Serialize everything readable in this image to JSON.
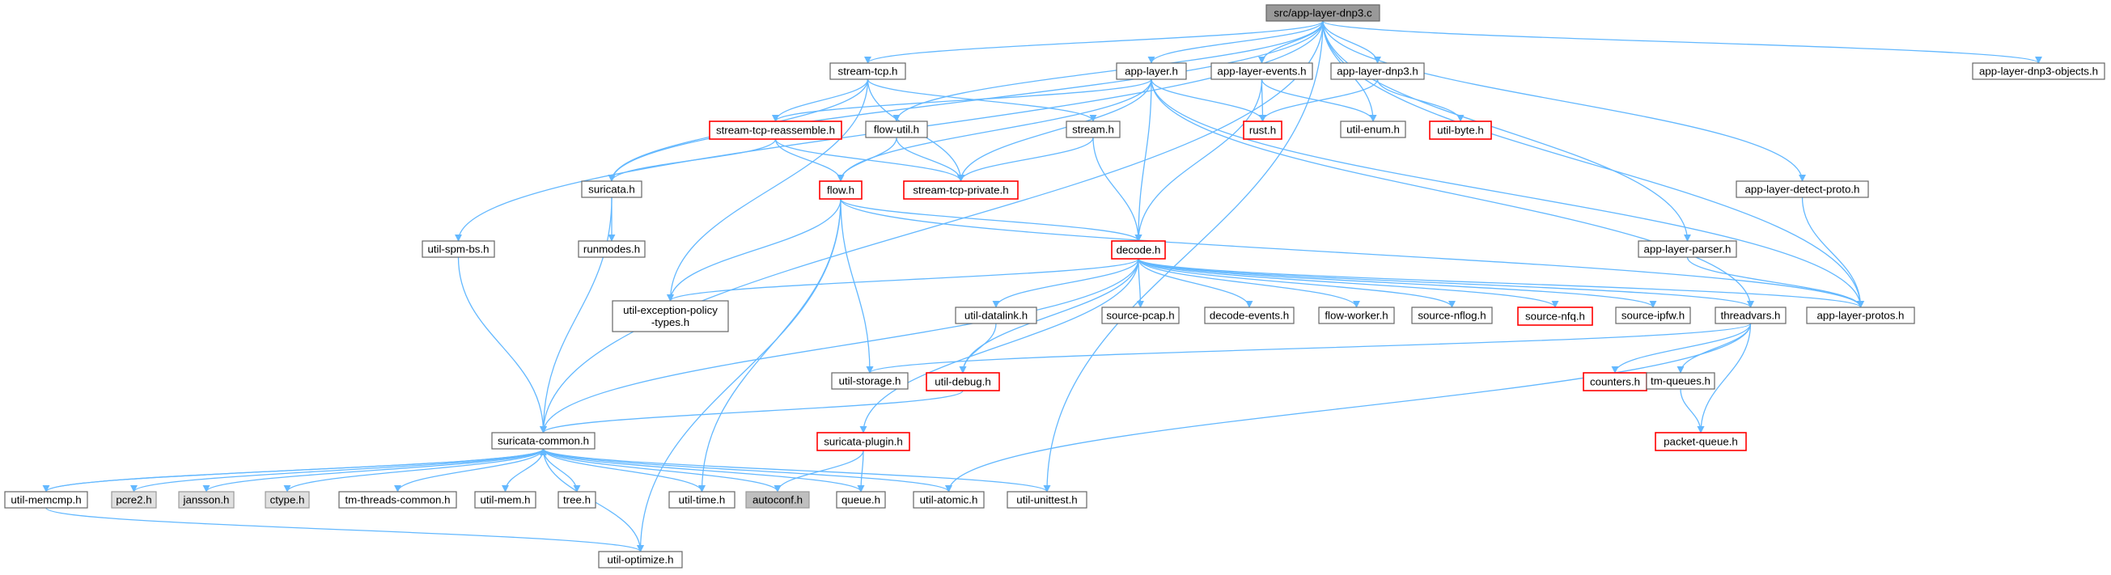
{
  "nodes": [
    {
      "id": "root",
      "label": "src/app-layer-dnp3.c",
      "style": "root"
    },
    {
      "id": "stream_tcp_h",
      "label": "stream-tcp.h",
      "style": "normal"
    },
    {
      "id": "app_layer_h",
      "label": "app-layer.h",
      "style": "normal"
    },
    {
      "id": "app_layer_events_h",
      "label": "app-layer-events.h",
      "style": "normal"
    },
    {
      "id": "app_layer_dnp3_h",
      "label": "app-layer-dnp3.h",
      "style": "normal"
    },
    {
      "id": "app_layer_dnp3_objects_h",
      "label": "app-layer-dnp3-objects.h",
      "style": "normal"
    },
    {
      "id": "stream_tcp_reassemble_h",
      "label": "stream-tcp-reassemble.h",
      "style": "red"
    },
    {
      "id": "flow_util_h",
      "label": "flow-util.h",
      "style": "normal"
    },
    {
      "id": "stream_h",
      "label": "stream.h",
      "style": "normal"
    },
    {
      "id": "rust_h",
      "label": "rust.h",
      "style": "red"
    },
    {
      "id": "util_enum_h",
      "label": "util-enum.h",
      "style": "normal"
    },
    {
      "id": "util_byte_h",
      "label": "util-byte.h",
      "style": "red"
    },
    {
      "id": "suricata_h",
      "label": "suricata.h",
      "style": "normal"
    },
    {
      "id": "flow_h",
      "label": "flow.h",
      "style": "red"
    },
    {
      "id": "stream_tcp_private_h",
      "label": "stream-tcp-private.h",
      "style": "red"
    },
    {
      "id": "app_layer_detect_proto_h",
      "label": "app-layer-detect-proto.h",
      "style": "normal"
    },
    {
      "id": "util_spm_bs_h",
      "label": "util-spm-bs.h",
      "style": "normal"
    },
    {
      "id": "runmodes_h",
      "label": "runmodes.h",
      "style": "normal"
    },
    {
      "id": "decode_h",
      "label": "decode.h",
      "style": "red"
    },
    {
      "id": "app_layer_parser_h",
      "label": "app-layer-parser.h",
      "style": "normal"
    },
    {
      "id": "util_exception_policy_types_h",
      "label": "util-exception-policy\n-types.h",
      "style": "normal"
    },
    {
      "id": "util_datalink_h",
      "label": "util-datalink.h",
      "style": "normal"
    },
    {
      "id": "source_pcap_h",
      "label": "source-pcap.h",
      "style": "normal"
    },
    {
      "id": "decode_events_h",
      "label": "decode-events.h",
      "style": "normal"
    },
    {
      "id": "flow_worker_h",
      "label": "flow-worker.h",
      "style": "normal"
    },
    {
      "id": "source_nflog_h",
      "label": "source-nflog.h",
      "style": "normal"
    },
    {
      "id": "source_nfq_h",
      "label": "source-nfq.h",
      "style": "red"
    },
    {
      "id": "source_ipfw_h",
      "label": "source-ipfw.h",
      "style": "normal"
    },
    {
      "id": "threadvars_h",
      "label": "threadvars.h",
      "style": "normal"
    },
    {
      "id": "app_layer_protos_h",
      "label": "app-layer-protos.h",
      "style": "normal"
    },
    {
      "id": "util_storage_h",
      "label": "util-storage.h",
      "style": "normal"
    },
    {
      "id": "util_debug_h",
      "label": "util-debug.h",
      "style": "red"
    },
    {
      "id": "counters_h",
      "label": "counters.h",
      "style": "red"
    },
    {
      "id": "tm_queues_h",
      "label": "tm-queues.h",
      "style": "normal"
    },
    {
      "id": "suricata_common_h",
      "label": "suricata-common.h",
      "style": "normal"
    },
    {
      "id": "suricata_plugin_h",
      "label": "suricata-plugin.h",
      "style": "red"
    },
    {
      "id": "packet_queue_h",
      "label": "packet-queue.h",
      "style": "red"
    },
    {
      "id": "util_memcmp_h",
      "label": "util-memcmp.h",
      "style": "normal"
    },
    {
      "id": "pcre2_h",
      "label": "pcre2.h",
      "style": "gray"
    },
    {
      "id": "jansson_h",
      "label": "jansson.h",
      "style": "gray"
    },
    {
      "id": "ctype_h",
      "label": "ctype.h",
      "style": "gray"
    },
    {
      "id": "tm_threads_common_h",
      "label": "tm-threads-common.h",
      "style": "normal"
    },
    {
      "id": "util_mem_h",
      "label": "util-mem.h",
      "style": "normal"
    },
    {
      "id": "tree_h",
      "label": "tree.h",
      "style": "normal"
    },
    {
      "id": "util_time_h",
      "label": "util-time.h",
      "style": "normal"
    },
    {
      "id": "autoconf_h",
      "label": "autoconf.h",
      "style": "dgray"
    },
    {
      "id": "queue_h",
      "label": "queue.h",
      "style": "normal"
    },
    {
      "id": "util_atomic_h",
      "label": "util-atomic.h",
      "style": "normal"
    },
    {
      "id": "util_unittest_h",
      "label": "util-unittest.h",
      "style": "normal"
    },
    {
      "id": "util_optimize_h",
      "label": "util-optimize.h",
      "style": "normal"
    }
  ],
  "edges": [
    [
      "root",
      "stream_tcp_h"
    ],
    [
      "root",
      "app_layer_h"
    ],
    [
      "root",
      "app_layer_events_h"
    ],
    [
      "root",
      "app_layer_dnp3_h"
    ],
    [
      "root",
      "app_layer_dnp3_objects_h"
    ],
    [
      "root",
      "util_spm_bs_h"
    ],
    [
      "root",
      "suricata_common_h"
    ],
    [
      "root",
      "suricata_h"
    ],
    [
      "root",
      "flow_util_h"
    ],
    [
      "root",
      "util_enum_h"
    ],
    [
      "root",
      "app_layer_protos_h"
    ],
    [
      "root",
      "app_layer_detect_proto_h"
    ],
    [
      "root",
      "app_layer_parser_h"
    ],
    [
      "root",
      "util_unittest_h"
    ],
    [
      "stream_tcp_h",
      "stream_tcp_reassemble_h"
    ],
    [
      "stream_tcp_h",
      "stream_tcp_private_h"
    ],
    [
      "stream_tcp_h",
      "suricata_h"
    ],
    [
      "stream_tcp_h",
      "stream_h"
    ],
    [
      "stream_tcp_h",
      "util_exception_policy_types_h"
    ],
    [
      "app_layer_h",
      "stream_tcp_reassemble_h"
    ],
    [
      "app_layer_h",
      "rust_h"
    ],
    [
      "app_layer_h",
      "flow_h"
    ],
    [
      "app_layer_h",
      "stream_tcp_private_h"
    ],
    [
      "app_layer_h",
      "decode_h"
    ],
    [
      "app_layer_h",
      "threadvars_h"
    ],
    [
      "app_layer_h",
      "app_layer_protos_h"
    ],
    [
      "app_layer_events_h",
      "rust_h"
    ],
    [
      "app_layer_events_h",
      "util_enum_h"
    ],
    [
      "app_layer_events_h",
      "decode_h"
    ],
    [
      "app_layer_dnp3_h",
      "rust_h"
    ],
    [
      "app_layer_dnp3_h",
      "util_byte_h"
    ],
    [
      "stream_tcp_reassemble_h",
      "suricata_h"
    ],
    [
      "stream_tcp_reassemble_h",
      "flow_h"
    ],
    [
      "stream_tcp_reassemble_h",
      "stream_tcp_private_h"
    ],
    [
      "flow_util_h",
      "flow_h"
    ],
    [
      "flow_util_h",
      "stream_tcp_private_h"
    ],
    [
      "stream_h",
      "stream_tcp_private_h"
    ],
    [
      "stream_h",
      "decode_h"
    ],
    [
      "suricata_h",
      "runmodes_h"
    ],
    [
      "suricata_h",
      "suricata_common_h"
    ],
    [
      "flow_h",
      "decode_h"
    ],
    [
      "flow_h",
      "util_exception_policy_types_h"
    ],
    [
      "flow_h",
      "util_storage_h"
    ],
    [
      "flow_h",
      "util_time_h"
    ],
    [
      "flow_h",
      "util_optimize_h"
    ],
    [
      "flow_h",
      "app_layer_protos_h"
    ],
    [
      "decode_h",
      "util_exception_policy_types_h"
    ],
    [
      "decode_h",
      "util_datalink_h"
    ],
    [
      "decode_h",
      "source_pcap_h"
    ],
    [
      "decode_h",
      "decode_events_h"
    ],
    [
      "decode_h",
      "flow_worker_h"
    ],
    [
      "decode_h",
      "source_nflog_h"
    ],
    [
      "decode_h",
      "source_nfq_h"
    ],
    [
      "decode_h",
      "source_ipfw_h"
    ],
    [
      "decode_h",
      "threadvars_h"
    ],
    [
      "decode_h",
      "app_layer_protos_h"
    ],
    [
      "decode_h",
      "util_debug_h"
    ],
    [
      "decode_h",
      "suricata_common_h"
    ],
    [
      "decode_h",
      "suricata_plugin_h"
    ],
    [
      "util_datalink_h",
      "util_debug_h"
    ],
    [
      "app_layer_detect_proto_h",
      "app_layer_protos_h"
    ],
    [
      "app_layer_parser_h",
      "app_layer_protos_h"
    ],
    [
      "util_spm_bs_h",
      "suricata_common_h"
    ],
    [
      "threadvars_h",
      "util_storage_h"
    ],
    [
      "threadvars_h",
      "counters_h"
    ],
    [
      "threadvars_h",
      "tm_queues_h"
    ],
    [
      "threadvars_h",
      "packet_queue_h"
    ],
    [
      "threadvars_h",
      "util_atomic_h"
    ],
    [
      "tm_queues_h",
      "packet_queue_h"
    ],
    [
      "util_debug_h",
      "suricata_common_h"
    ],
    [
      "suricata_plugin_h",
      "autoconf_h"
    ],
    [
      "suricata_plugin_h",
      "queue_h"
    ],
    [
      "suricata_common_h",
      "util_memcmp_h"
    ],
    [
      "suricata_common_h",
      "pcre2_h"
    ],
    [
      "suricata_common_h",
      "jansson_h"
    ],
    [
      "suricata_common_h",
      "ctype_h"
    ],
    [
      "suricata_common_h",
      "tm_threads_common_h"
    ],
    [
      "suricata_common_h",
      "util_mem_h"
    ],
    [
      "suricata_common_h",
      "tree_h"
    ],
    [
      "suricata_common_h",
      "util_time_h"
    ],
    [
      "suricata_common_h",
      "autoconf_h"
    ],
    [
      "suricata_common_h",
      "queue_h"
    ],
    [
      "suricata_common_h",
      "util_atomic_h"
    ],
    [
      "suricata_common_h",
      "util_unittest_h"
    ],
    [
      "suricata_common_h",
      "util_optimize_h"
    ],
    [
      "util_memcmp_h",
      "suricata_common_h"
    ],
    [
      "util_memcmp_h",
      "util_optimize_h"
    ]
  ]
}
